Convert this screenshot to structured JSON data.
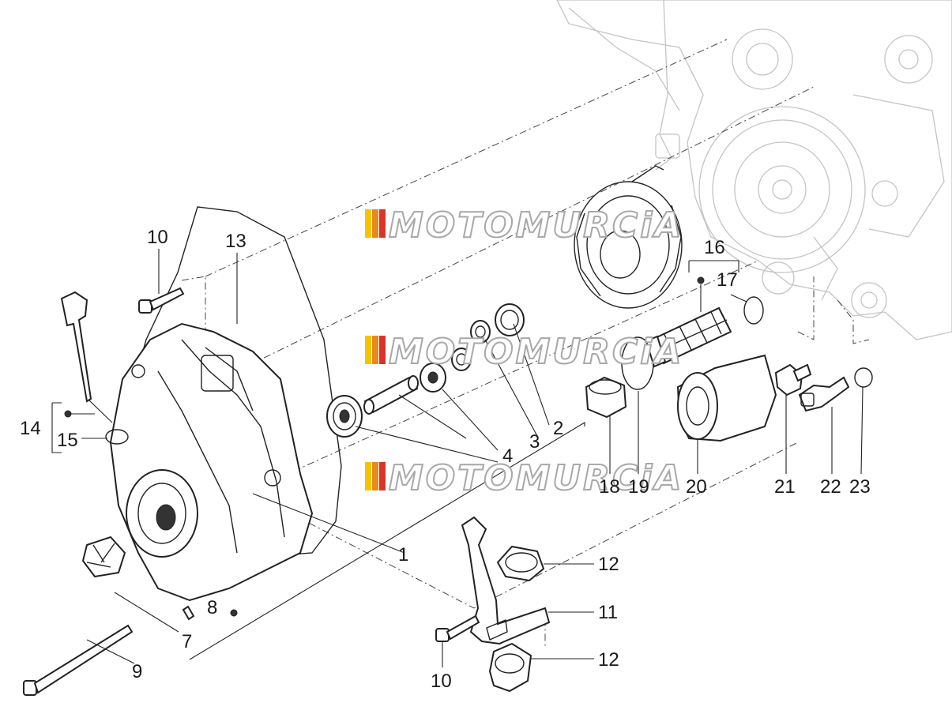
{
  "watermarks": [
    {
      "text": "MOTOMURCiA",
      "stripe_colors": [
        "#f2c500",
        "#e8891f",
        "#d9342b"
      ]
    },
    {
      "text": "MOTOMURCiA",
      "stripe_colors": [
        "#f2c500",
        "#e8891f",
        "#d9342b"
      ]
    },
    {
      "text": "MOTOMURCiA",
      "stripe_colors": [
        "#f2c500",
        "#e8891f",
        "#d9342b"
      ]
    }
  ],
  "callouts": [
    {
      "id": "c1",
      "text": "1"
    },
    {
      "id": "c2",
      "text": "2"
    },
    {
      "id": "c3",
      "text": "3"
    },
    {
      "id": "c4",
      "text": "4"
    },
    {
      "id": "c7",
      "text": "7"
    },
    {
      "id": "c8",
      "text": "8"
    },
    {
      "id": "c9",
      "text": "9"
    },
    {
      "id": "c10a",
      "text": "10"
    },
    {
      "id": "c10b",
      "text": "10"
    },
    {
      "id": "c11",
      "text": "11"
    },
    {
      "id": "c12a",
      "text": "12"
    },
    {
      "id": "c12b",
      "text": "12"
    },
    {
      "id": "c13",
      "text": "13"
    },
    {
      "id": "c14",
      "text": "14"
    },
    {
      "id": "c15",
      "text": "15"
    },
    {
      "id": "c16",
      "text": "16"
    },
    {
      "id": "c17",
      "text": "17"
    },
    {
      "id": "c18",
      "text": "18"
    },
    {
      "id": "c19",
      "text": "19"
    },
    {
      "id": "c20",
      "text": "20"
    },
    {
      "id": "c21",
      "text": "21"
    },
    {
      "id": "c22",
      "text": "22"
    },
    {
      "id": "c23",
      "text": "23"
    }
  ]
}
